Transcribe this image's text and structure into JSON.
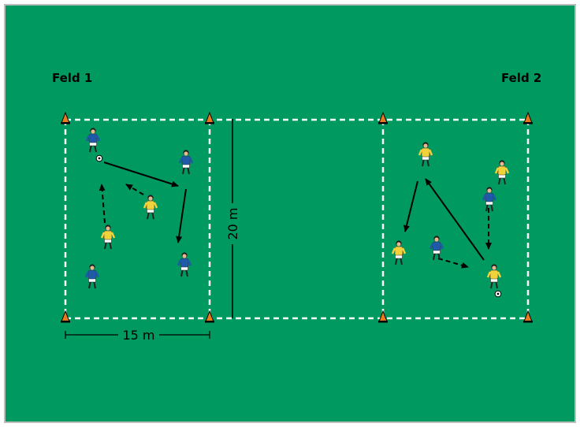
{
  "colors": {
    "pitch": "#009a61",
    "border": "#bdbdbd",
    "lines": "#ffffff",
    "team_blue": "#1e5aa8",
    "team_yellow": "#f2d23b",
    "shorts": "#ffffff",
    "cone": "#e87a1e",
    "arrow": "#000000"
  },
  "fields": {
    "field1_label": "Feld 1",
    "field2_label": "Feld 2"
  },
  "dimensions": {
    "height_label": "20 m",
    "width_label": "15 m"
  },
  "legend_icons": [
    "cone-icon",
    "player-icon",
    "ball-icon"
  ]
}
